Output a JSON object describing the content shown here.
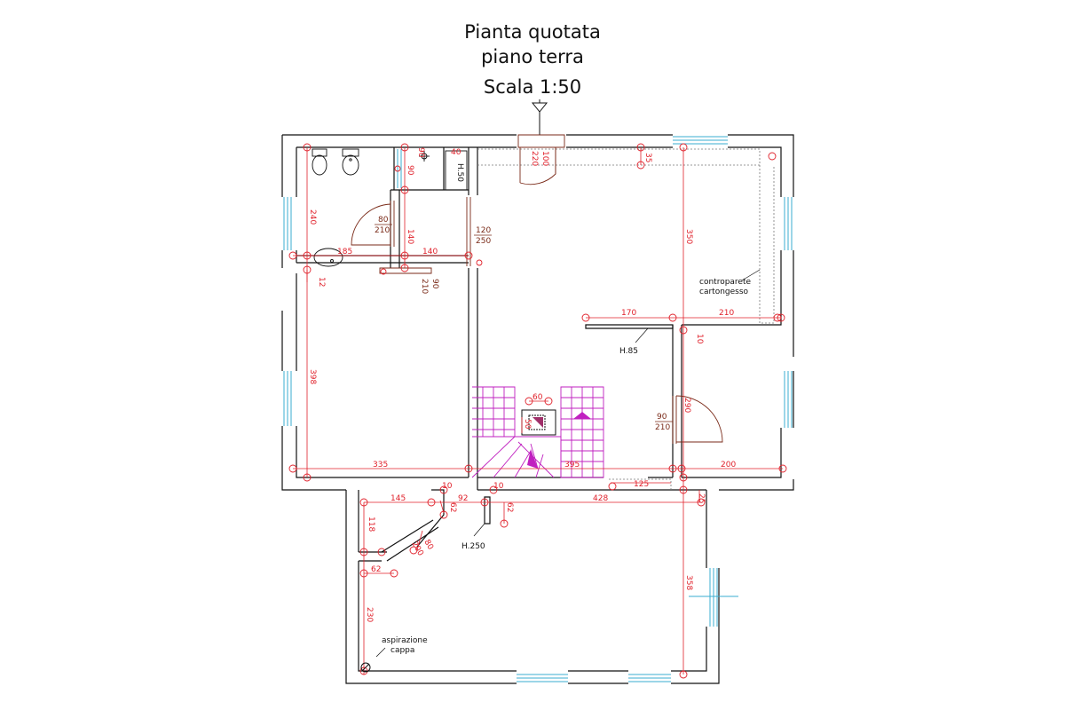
{
  "title": {
    "line1": "Pianta quotata",
    "line2": "piano terra",
    "scale": "Scala 1:50"
  },
  "colors": {
    "wall": "#111111",
    "dimension": "#e0202a",
    "door": "#7a2a18",
    "window": "#3aaed0",
    "stair": "#c020c0"
  },
  "dimensions": {
    "d240": "240",
    "d398": "398",
    "d335": "335",
    "d185": "185",
    "d140h": "140",
    "d140v": "140",
    "d90a": "90",
    "d90b": "90",
    "d40": "40",
    "d12": "12",
    "d220": "220",
    "d100": "100",
    "d35": "35",
    "d350": "350",
    "d170": "170",
    "d210": "210",
    "d10a": "10",
    "d60": "60",
    "d50": "50",
    "d395": "395",
    "d200": "200",
    "d290": "290",
    "d125": "125",
    "d145": "145",
    "d10b": "10",
    "d10c": "10",
    "d92": "92",
    "d62a": "62",
    "d62b": "62",
    "d428": "428",
    "d25": "25",
    "d118": "118",
    "d80": "80",
    "d200b": "200",
    "d62c": "62",
    "d230": "230",
    "d358": "358"
  },
  "doors": {
    "bath": {
      "width": "80",
      "height": "210"
    },
    "hall": {
      "width": "120",
      "height": "250"
    },
    "small": {
      "width": "90",
      "height": "210"
    },
    "right": {
      "width": "90",
      "height": "210"
    }
  },
  "labels": {
    "h50": "H.50",
    "h85": "H.85",
    "h250": "H.250",
    "controparete1": "controparete",
    "controparete2": "cartongesso",
    "aspirazione1": "aspirazione",
    "aspirazione2": "cappa"
  }
}
